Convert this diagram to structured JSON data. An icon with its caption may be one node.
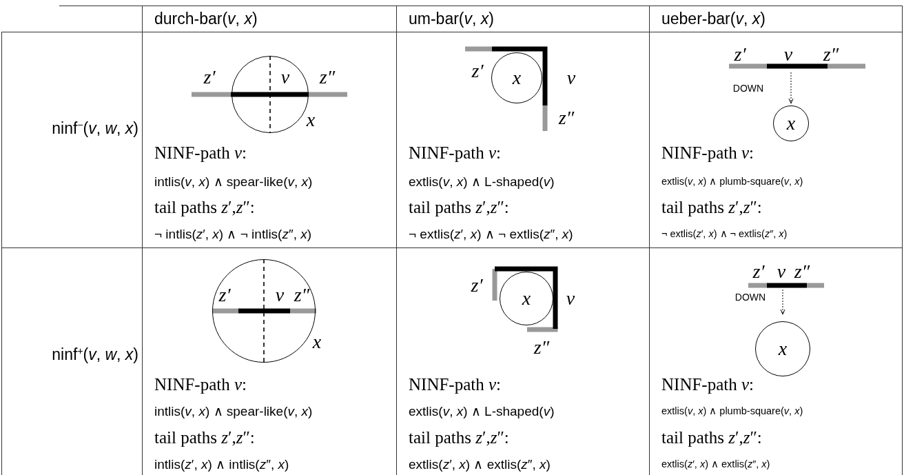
{
  "diagram": {
    "nodes": [
      {
        "text": [],
        "shape": "circle",
        "beside": [
          "x"
        ]
      },
      {
        "text": [
          "x"
        ]
      },
      {
        "text": [
          "x"
        ]
      },
      {
        "text": [],
        "shape": "circle",
        "beside": [
          "x"
        ]
      },
      {
        "text": [
          "x"
        ]
      },
      {
        "text": [
          "x"
        ]
      }
    ],
    "labels": [
      "durch-bar(*v*, *x*)",
      "um-bar(*v*, *x*)",
      "ueber-bar(*v*, *x*)",
      "ninf$^{−}$(*v*, *w*, *x*)",
      "z′",
      "v",
      "z″",
      "NINF-path *v*:",
      "intlis(*v*, *x*) ∧ spear-like(*v*, *x*)",
      "tail paths *z*′,*z*″:",
      "¬ intlis(*z*′, *x*) ∧ ¬ intlis(*z*″, *x*)",
      "z′",
      "v",
      "z″",
      "NINF-path *v*:",
      "extlis(*v*, *x*) ∧ L-shaped(*v*)",
      "tail paths *z*′,*z*″:",
      "¬ extlis(*z*′, *x*) ∧ ¬ extlis(*z*″, *x*)",
      "z′",
      "v",
      "z″",
      "DOWN",
      "NINF-path *v*:",
      "extlis(*v*, *x*) ∧ plumb-square(*v*, *x*)",
      "tail paths *z*′,*z*″:",
      "¬ extlis(*z*′, *x*) ∧ ¬ extlis(*z*″, *x*)",
      "ninf$^{+}$(*v*, *w*, *x*)",
      "z′",
      "v",
      "z″",
      "NINF-path *v*:",
      "intlis(*v*, *x*) ∧ spear-like(*v*, *x*)",
      "tail paths *z*′,*z*″:",
      "intlis(*z*′, *x*) ∧ intlis(*z*″, *x*)",
      "z′",
      "v",
      "z″",
      "NINF-path *v*:",
      "extlis(*v*, *x*) ∧ L-shaped(*v*)",
      "tail paths *z*′,*z*″:",
      "extlis(*z*′, *x*) ∧ extlis(*z*″, *x*)",
      "z′",
      "v",
      "z″",
      "DOWN",
      "NINF-path *v*:",
      "extlis(*v*, *x*) ∧ plumb-square(*v*, *x*)",
      "tail paths *z*′,*z*″:",
      "extlis(*z*′, *x*) ∧ extlis(*z*″, *x*)"
    ]
  }
}
